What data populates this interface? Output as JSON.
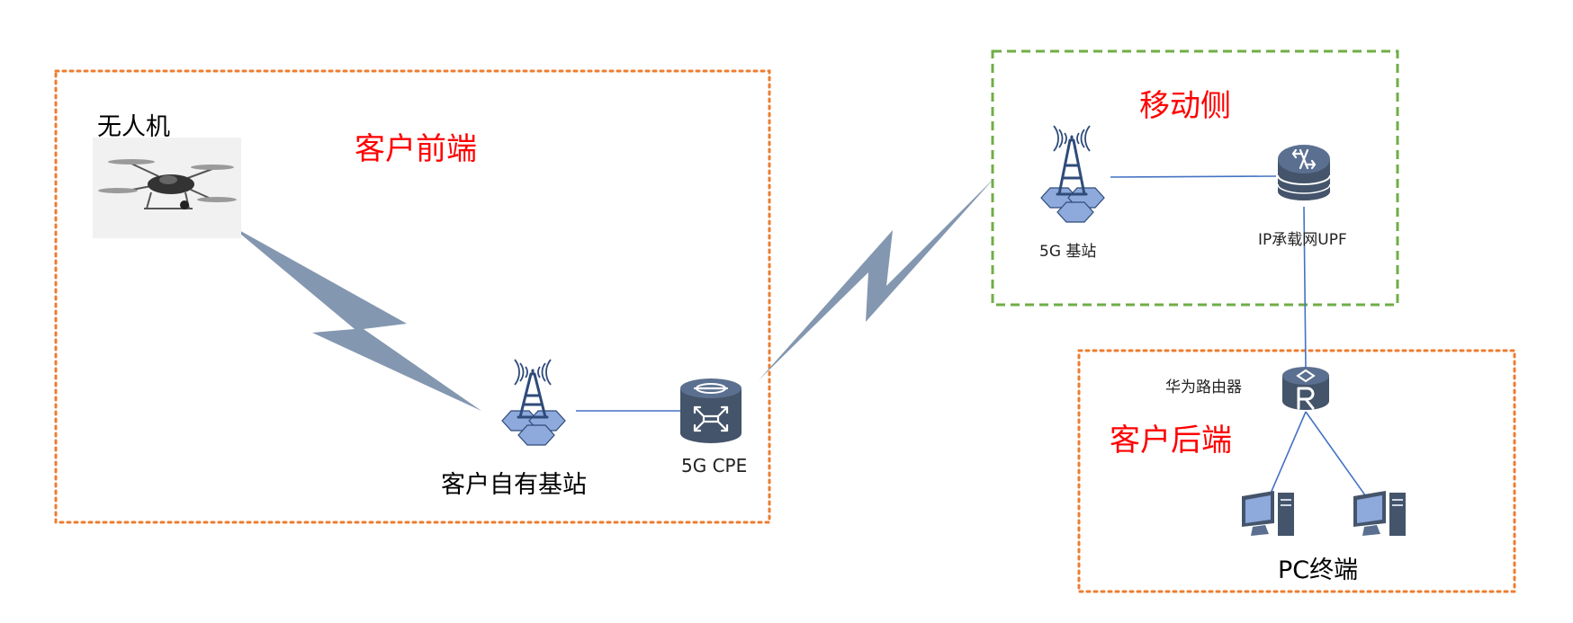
{
  "groups": {
    "customer_front": {
      "title": "客户前端",
      "color": "#ED7D31"
    },
    "mobile_side": {
      "title": "移动侧",
      "color": "#70AD47"
    },
    "customer_back": {
      "title": "客户后端",
      "color": "#ED7D31"
    }
  },
  "nodes": {
    "drone": {
      "label": "无人机",
      "icon": "drone-icon"
    },
    "customer_base_station": {
      "label": "客户自有基站",
      "icon": "cell-tower-icon"
    },
    "cpe": {
      "label": "5G CPE",
      "icon": "cpe-device-icon"
    },
    "base_station_5g": {
      "label": "5G 基站",
      "icon": "cell-tower-icon"
    },
    "upf": {
      "label": "IP承载网UPF",
      "icon": "upf-switch-icon"
    },
    "router": {
      "label": "华为路由器",
      "icon": "router-icon"
    },
    "pc_terminals": {
      "label": "PC终端",
      "icon": "pc-icon"
    }
  },
  "links": [
    {
      "from": "drone",
      "to": "customer_base_station",
      "type": "wireless"
    },
    {
      "from": "customer_base_station",
      "to": "cpe",
      "type": "wired"
    },
    {
      "from": "cpe",
      "to": "base_station_5g",
      "type": "wireless"
    },
    {
      "from": "base_station_5g",
      "to": "upf",
      "type": "wired"
    },
    {
      "from": "upf",
      "to": "router",
      "type": "wired"
    },
    {
      "from": "router",
      "to": "pc_terminals",
      "type": "wired"
    }
  ],
  "colors": {
    "title_red": "#FF0000",
    "line_blue": "#4472C4",
    "bolt_gray": "#8497B0",
    "device_dark": "#44546A"
  }
}
